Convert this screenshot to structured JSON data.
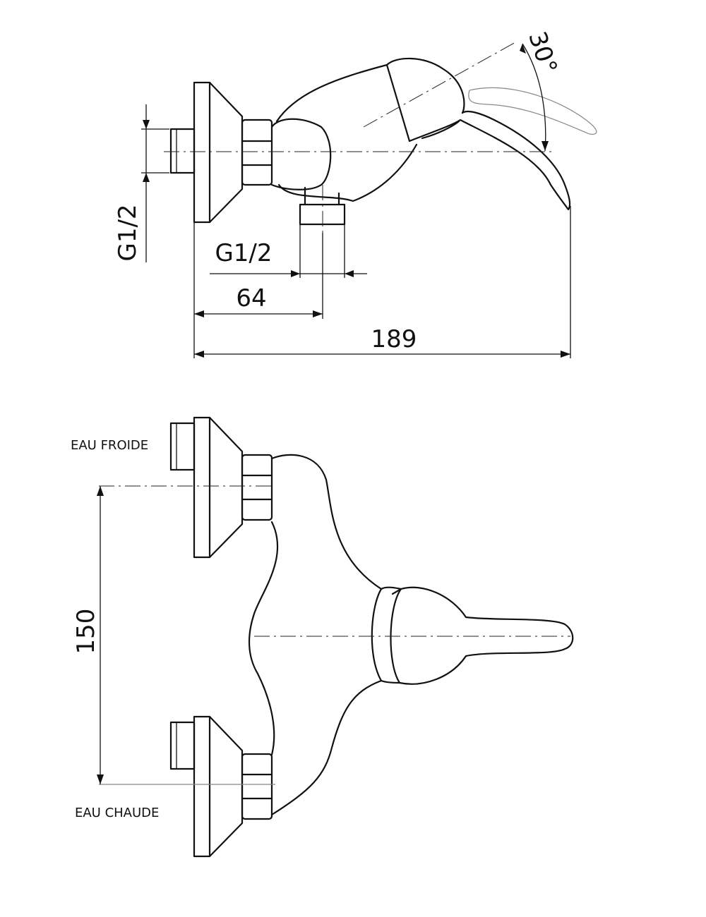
{
  "side_view": {
    "dims": {
      "thread_vertical": "G1/2",
      "thread_horizontal": "G1/2",
      "offset": "64",
      "overall": "189",
      "angle": "30°"
    }
  },
  "front_view": {
    "labels": {
      "cold_water": "EAU FROIDE",
      "hot_water": "EAU CHAUDE"
    },
    "dims": {
      "spacing": "150"
    }
  }
}
